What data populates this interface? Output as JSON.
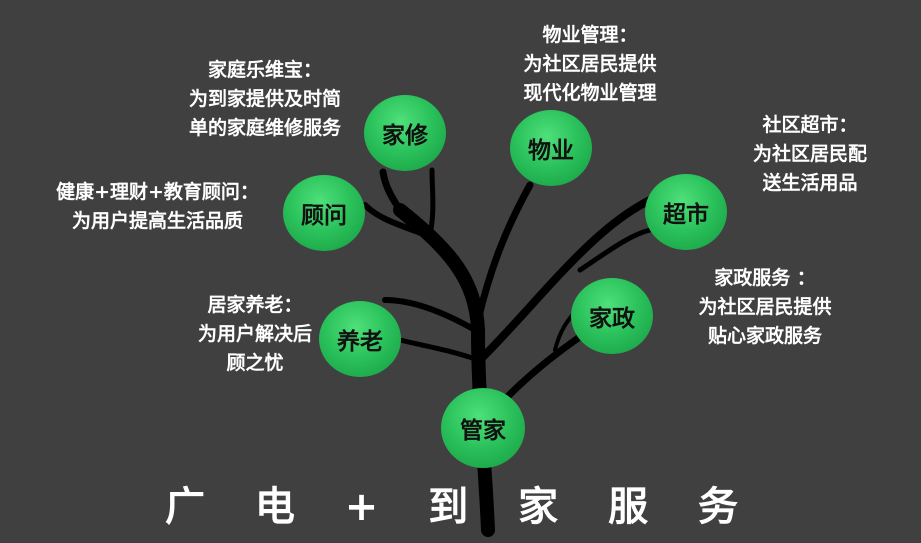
{
  "nodes": {
    "jiaxiu": {
      "label": "家修",
      "desc": [
        "家庭乐维宝：",
        "为到家提供及时简",
        "单的家庭维修服务"
      ]
    },
    "wuye": {
      "label": "物业",
      "desc": [
        "物业管理：",
        "为社区居民提供",
        "现代化物业管理"
      ]
    },
    "chaoshi": {
      "label": "超市",
      "desc": [
        "社区超市：",
        "为社区居民配",
        "送生活用品"
      ]
    },
    "guwen": {
      "label": "顾问",
      "desc": [
        "健康+理财+教育顾问：",
        "为用户提高生活品质"
      ]
    },
    "yanglao": {
      "label": "养老",
      "desc": [
        "居家养老：",
        "为用户解决后",
        "顾之忧"
      ]
    },
    "jiazheng": {
      "label": "家政",
      "desc": [
        "家政服务 ：",
        "为社区居民提供",
        "贴心家政服务"
      ]
    },
    "guanjia": {
      "label": "管家"
    }
  },
  "title": "广 电 + 到 家 服 务",
  "colors": {
    "background": "#404040",
    "node": "#2bc25c",
    "branch": "#000000"
  }
}
